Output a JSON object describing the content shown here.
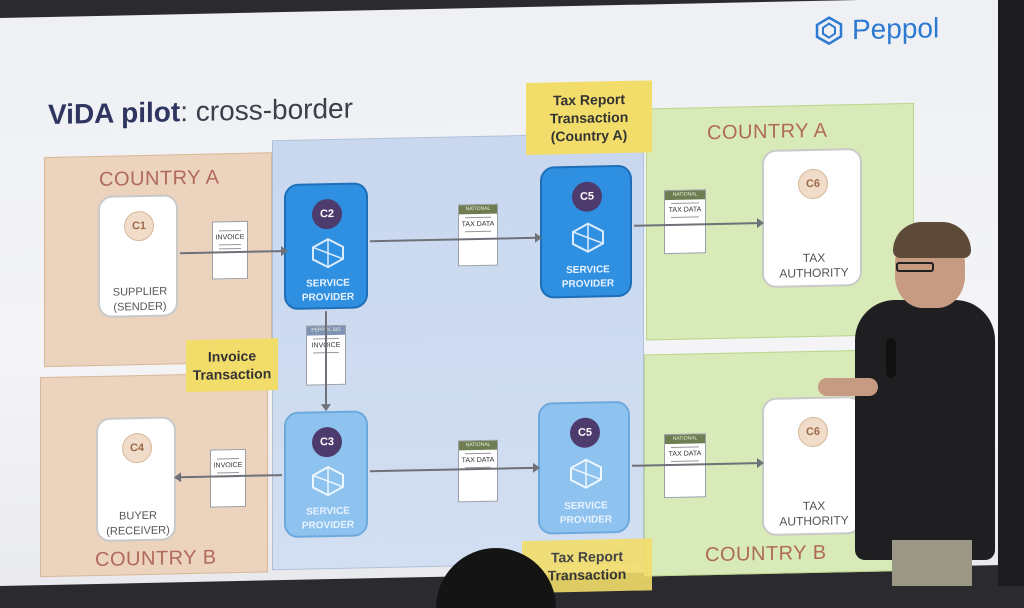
{
  "slide": {
    "title_bold": "ViDA pilot",
    "title_rest": ": cross-border",
    "logo_text": "Peppol",
    "colors": {
      "country_zone": "#ecd3bd",
      "network_zone": "#c9d8ef",
      "tax_zone": "#d7eab7",
      "service_provider": "#2f8fe0",
      "note": "#f3dd6a"
    }
  },
  "zones": {
    "a_left": "COUNTRY A",
    "b_left": "COUNTRY B",
    "a_right": "COUNTRY A",
    "b_right": "COUNTRY B"
  },
  "nodes": {
    "c1": {
      "badge": "C1",
      "line1": "SUPPLIER",
      "line2": "(SENDER)"
    },
    "c2": {
      "badge": "C2",
      "line1": "SERVICE",
      "line2": "PROVIDER",
      "icon": "peppol-network-icon"
    },
    "c3": {
      "badge": "C3",
      "line1": "SERVICE",
      "line2": "PROVIDER",
      "icon": "peppol-network-icon"
    },
    "c4": {
      "badge": "C4",
      "line1": "BUYER",
      "line2": "(RECEIVER)"
    },
    "c5_top": {
      "badge": "C5",
      "line1": "SERVICE",
      "line2": "PROVIDER",
      "icon": "peppol-network-icon"
    },
    "c5_bottom": {
      "badge": "C5",
      "line1": "SERVICE",
      "line2": "PROVIDER",
      "icon": "peppol-network-icon"
    },
    "c6_top": {
      "badge": "C6",
      "line1": "TAX",
      "line2": "AUTHORITY"
    },
    "c6_bottom": {
      "badge": "C6",
      "line1": "TAX",
      "line2": "AUTHORITY"
    }
  },
  "documents": {
    "invoice_top": {
      "label": "INVOICE"
    },
    "invoice_mid": {
      "header": "PEPPOL BIS",
      "label": "INVOICE"
    },
    "invoice_bottom": {
      "label": "INVOICE"
    },
    "tax_top_mid": {
      "header": "NATIONAL",
      "label": "TAX DATA"
    },
    "tax_top_right": {
      "header": "NATIONAL",
      "label": "TAX DATA"
    },
    "tax_bottom_mid": {
      "header": "NATIONAL",
      "label": "TAX DATA"
    },
    "tax_bottom_right": {
      "header": "NATIONAL",
      "label": "TAX DATA"
    }
  },
  "notes": {
    "tax_report_top": {
      "line1": "Tax Report",
      "line2": "Transaction",
      "line3": "(Country A)"
    },
    "invoice_tx": {
      "line1": "Invoice",
      "line2": "Transaction"
    },
    "tax_report_bottom": {
      "line1": "Tax Report",
      "line2": "Transaction"
    }
  }
}
